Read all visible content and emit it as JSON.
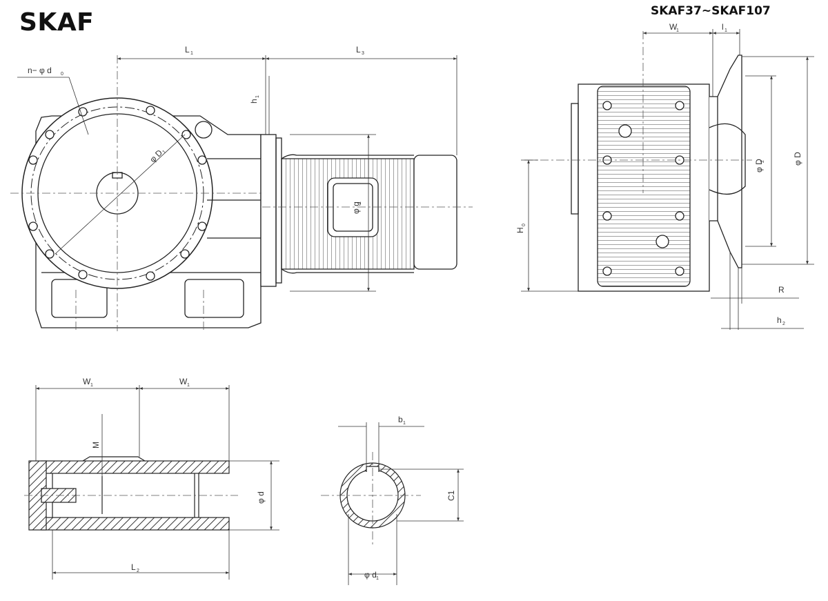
{
  "title": "SKAF",
  "subtitle": "SKAF37~SKAF107",
  "labels": {
    "n_d0": "n− φ d",
    "n_d0_sub": "0",
    "L1": "L",
    "L1_sub": "1",
    "L3": "L",
    "L3_sub": "3",
    "h1": "h",
    "h1_sub": "1",
    "D1": "φ D",
    "D1_sub": "1",
    "g1": "φ g",
    "g1_sub": "1",
    "W1_top": "W",
    "W1_top_sub": "1",
    "l1": "l",
    "l1_sub": "1",
    "D2": "φ D",
    "D2_sub": "2",
    "D": "φ D",
    "H0": "H",
    "H0_sub": "0",
    "R": "R",
    "h2": "h",
    "h2_sub": "2",
    "W1_a": "W",
    "W1_a_sub": "1",
    "W1_b": "W",
    "W1_b_sub": "1",
    "M": "M",
    "d": "φ d",
    "L2": "L",
    "L2_sub": "2",
    "b1": "b",
    "b1_sub": "1",
    "C1": "C1",
    "d1": "φ d",
    "d1_sub": "1"
  }
}
